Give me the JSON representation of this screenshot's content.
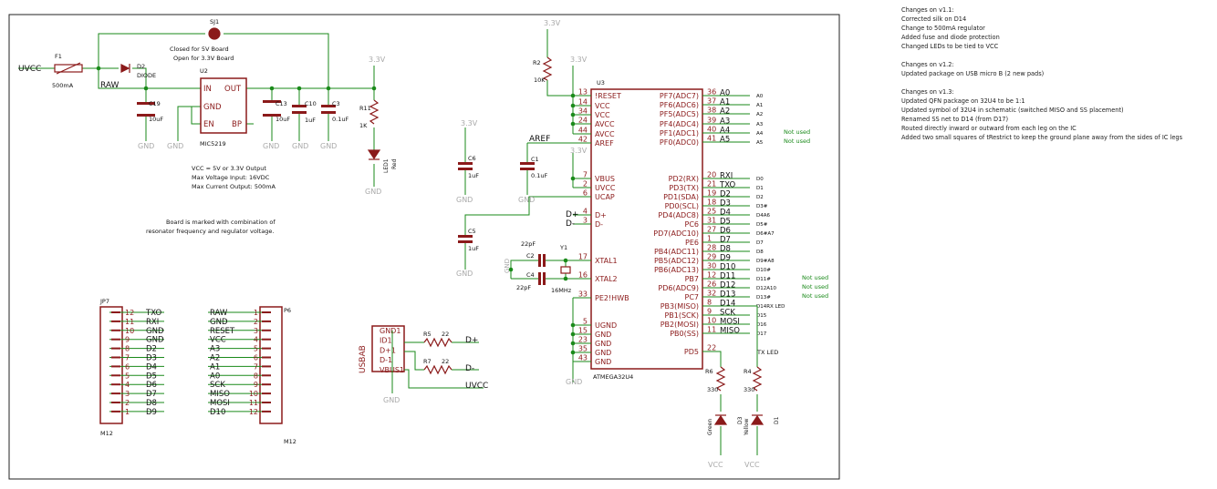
{
  "colors": {
    "wire": "#1a8a1a",
    "part": "#8b1a1a",
    "text": "#8b1a1a",
    "supply": "#aaaaaa",
    "net": "#111111",
    "frame": "#222222",
    "note_green": "#1a8a1a"
  },
  "parts": {
    "sj1": "SJ1",
    "sj1_note1": "Closed for 5V Board",
    "sj1_note2": "Open for 3.3V Board",
    "f1": "F1",
    "f1_val": "500mA",
    "d2": "D2",
    "d2_val": "DIODE",
    "c19": "C19",
    "c19_val": "10uF",
    "u2": "U2",
    "u2_val": "MIC5219",
    "u2_in": "IN",
    "u2_out": "OUT",
    "u2_gnd": "GND",
    "u2_en": "EN",
    "u2_bp": "BP",
    "c13": "C13",
    "c13_val": "10uF",
    "c10": "C10",
    "c10_val": "1uF",
    "c3": "C3",
    "c3_val": "0.1uF",
    "r11": "R11",
    "r11_val": "1K",
    "led1": "LED1",
    "led1_val": "Red",
    "reg_note1": "VCC = 5V or 3.3V Output",
    "reg_note2": "Max Voltage Input: 16VDC",
    "reg_note3": "Max Current Output: 500mA",
    "board_note1": "Board is marked with combination of",
    "board_note2": "resonator frequency and regulator voltage.",
    "r2": "R2",
    "r2_val": "10K",
    "c6": "C6",
    "c6_val": "1uF",
    "c1": "C1",
    "c1_val": "0.1uF",
    "c5": "C5",
    "c5_val": "1uF",
    "c2": "C2",
    "c2_val": "22pF",
    "c4": "C4",
    "c4_val": "22pF",
    "y1": "Y1",
    "y1_val": "16MHz",
    "u3": "U3",
    "u3_val": "ATMEGA32U4",
    "r6": "R6",
    "r6_val": "330",
    "r4": "R4",
    "r4_val": "330",
    "d3": "D3",
    "d3_val": "Green",
    "d1": "D1",
    "d1_val": "Yellow",
    "r5": "R5",
    "r5_val": "22",
    "r7": "R7",
    "r7_val": "22",
    "usb": "USBAB",
    "jp7": "JP7",
    "jp7_val": "M12",
    "p6": "P6",
    "p6_val": "M12"
  },
  "nets": {
    "uvcc": "UVCC",
    "raw": "RAW",
    "aref": "AREF",
    "dplus": "D+",
    "dminus": "D-",
    "gnd": "GND",
    "v33": "3.3V",
    "vcc": "VCC",
    "rx_led": "RX LED",
    "tx_led": "TX LED"
  },
  "u3_left": [
    {
      "num": "13",
      "name": "!RESET"
    },
    {
      "num": "14",
      "name": "VCC"
    },
    {
      "num": "34",
      "name": "VCC"
    },
    {
      "num": "24",
      "name": "AVCC"
    },
    {
      "num": "44",
      "name": "AVCC"
    },
    {
      "num": "42",
      "name": "AREF"
    },
    {
      "num": "7",
      "name": "VBUS"
    },
    {
      "num": "2",
      "name": "UVCC"
    },
    {
      "num": "6",
      "name": "UCAP"
    },
    {
      "num": "4",
      "name": "D+"
    },
    {
      "num": "3",
      "name": "D-"
    },
    {
      "num": "17",
      "name": "XTAL1"
    },
    {
      "num": "16",
      "name": "XTAL2"
    },
    {
      "num": "33",
      "name": "PE2!HWB"
    },
    {
      "num": "5",
      "name": "UGND"
    },
    {
      "num": "15",
      "name": "GND"
    },
    {
      "num": "23",
      "name": "GND"
    },
    {
      "num": "35",
      "name": "GND"
    },
    {
      "num": "43",
      "name": "GND"
    }
  ],
  "u3_right": [
    {
      "num": "36",
      "name": "PF7(ADC7)",
      "net": "A0",
      "label": "A0",
      "note": ""
    },
    {
      "num": "37",
      "name": "PF6(ADC6)",
      "net": "A1",
      "label": "A1",
      "note": ""
    },
    {
      "num": "38",
      "name": "PF5(ADC5)",
      "net": "A2",
      "label": "A2",
      "note": ""
    },
    {
      "num": "39",
      "name": "PF4(ADC4)",
      "net": "A3",
      "label": "A3",
      "note": ""
    },
    {
      "num": "40",
      "name": "PF1(ADC1)",
      "net": "A4",
      "label": "A4",
      "note": "Not used"
    },
    {
      "num": "41",
      "name": "PF0(ADC0)",
      "net": "A5",
      "label": "A5",
      "note": "Not used"
    },
    {
      "num": "20",
      "name": "PD2(RX)",
      "net": "RXI",
      "label": "D0",
      "note": ""
    },
    {
      "num": "21",
      "name": "PD3(TX)",
      "net": "TXO",
      "label": "D1",
      "note": ""
    },
    {
      "num": "19",
      "name": "PD1(SDA)",
      "net": "D2",
      "label": "D2",
      "note": ""
    },
    {
      "num": "18",
      "name": "PD0(SCL)",
      "net": "D3",
      "label": "D3#",
      "note": ""
    },
    {
      "num": "25",
      "name": "PD4(ADC8)",
      "net": "D4",
      "label": "D4A6",
      "note": ""
    },
    {
      "num": "31",
      "name": "PC6",
      "net": "D5",
      "label": "D5#",
      "note": ""
    },
    {
      "num": "27",
      "name": "PD7(ADC10)",
      "net": "D6",
      "label": "D6#A7",
      "note": ""
    },
    {
      "num": "1",
      "name": "PE6",
      "net": "D7",
      "label": "D7",
      "note": ""
    },
    {
      "num": "28",
      "name": "PB4(ADC11)",
      "net": "D8",
      "label": "D8",
      "note": ""
    },
    {
      "num": "29",
      "name": "PB5(ADC12)",
      "net": "D9",
      "label": "D9#A8",
      "note": ""
    },
    {
      "num": "30",
      "name": "PB6(ADC13)",
      "net": "D10",
      "label": "D10#",
      "note": ""
    },
    {
      "num": "12",
      "name": "PB7",
      "net": "D11",
      "label": "D11#",
      "note": "Not used"
    },
    {
      "num": "26",
      "name": "PD6(ADC9)",
      "net": "D12",
      "label": "D12A10",
      "note": "Not used"
    },
    {
      "num": "32",
      "name": "PC7",
      "net": "D13",
      "label": "D13#",
      "note": "Not used"
    },
    {
      "num": "8",
      "name": "PB3(MISO)",
      "net": "D14",
      "label": "D14RX LED",
      "note": ""
    },
    {
      "num": "9",
      "name": "PB1(SCK)",
      "net": "SCK",
      "label": "D15",
      "note": ""
    },
    {
      "num": "10",
      "name": "PB2(MOSI)",
      "net": "MOSI",
      "label": "D16",
      "note": ""
    },
    {
      "num": "11",
      "name": "PB0(SS)",
      "net": "MISO",
      "label": "D17",
      "note": ""
    },
    {
      "num": "22",
      "name": "PD5",
      "net": "",
      "label": "",
      "note": ""
    }
  ],
  "usb_pins": [
    {
      "name": "GND1",
      "net": ""
    },
    {
      "name": "ID1",
      "net": ""
    },
    {
      "name": "D+1",
      "net": "D+"
    },
    {
      "name": "D-1",
      "net": "D-"
    },
    {
      "name": "VBUS1",
      "net": "UVCC"
    }
  ],
  "jp7_pins": [
    {
      "num": "12",
      "net": "TXO"
    },
    {
      "num": "11",
      "net": "RXI"
    },
    {
      "num": "10",
      "net": "GND"
    },
    {
      "num": "9",
      "net": "GND"
    },
    {
      "num": "8",
      "net": "D2"
    },
    {
      "num": "7",
      "net": "D3"
    },
    {
      "num": "6",
      "net": "D4"
    },
    {
      "num": "5",
      "net": "D5"
    },
    {
      "num": "4",
      "net": "D6"
    },
    {
      "num": "3",
      "net": "D7"
    },
    {
      "num": "2",
      "net": "D8"
    },
    {
      "num": "1",
      "net": "D9"
    }
  ],
  "p6_pins": [
    {
      "num": "1",
      "net": "RAW"
    },
    {
      "num": "2",
      "net": "GND"
    },
    {
      "num": "3",
      "net": "RESET"
    },
    {
      "num": "4",
      "net": "VCC"
    },
    {
      "num": "5",
      "net": "A3"
    },
    {
      "num": "6",
      "net": "A2"
    },
    {
      "num": "7",
      "net": "A1"
    },
    {
      "num": "8",
      "net": "A0"
    },
    {
      "num": "9",
      "net": "SCK"
    },
    {
      "num": "10",
      "net": "MISO"
    },
    {
      "num": "11",
      "net": "MOSI"
    },
    {
      "num": "12",
      "net": "D10"
    }
  ],
  "notes": [
    {
      "title": "Changes on v1.1:",
      "items": [
        "Corrected silk on D14",
        "Change to 500mA regulator",
        "Added fuse and diode protection",
        "Changed LEDs to be tied to VCC"
      ]
    },
    {
      "title": "Changes on v1.2:",
      "items": [
        "Updated package on USB micro B (2 new pads)"
      ]
    },
    {
      "title": "Changes on v1.3:",
      "items": [
        "Updated QFN package on 32U4 to be 1:1",
        "Updated symbol of 32U4 in schematic (switched MISO and SS placement)",
        "Renamed SS net to D14 (from D17)",
        "Routed directly inward or outward from each leg on the IC",
        "Added two small squares of tRestrict to keep the ground plane away from the sides of IC legs"
      ]
    }
  ]
}
